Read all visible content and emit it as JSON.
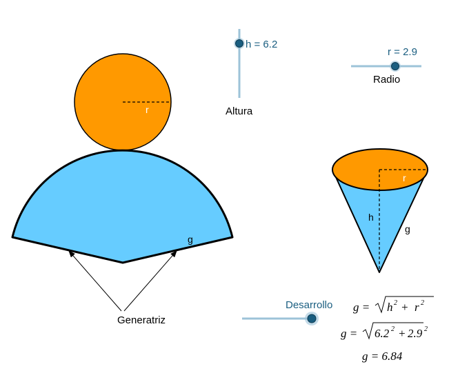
{
  "sliders": {
    "altura": {
      "value_label": "h = 6.2",
      "caption": "Altura",
      "value": 6.2
    },
    "radio": {
      "value_label": "r = 2.9",
      "caption": "Radio",
      "value": 2.9
    },
    "desarrollo": {
      "caption": "Desarrollo"
    }
  },
  "labels": {
    "circle_radius": "r",
    "sector_g": "g",
    "generatriz": "Generatriz",
    "cone_radius": "r",
    "cone_height": "h",
    "cone_slant": "g"
  },
  "formulas": {
    "line1_lhs": "g =",
    "line1_h": "h",
    "line1_plus": "+",
    "line1_r": "r",
    "exp": "2",
    "line2_lhs": "g =",
    "line2_a": "6.2",
    "line2_plus": "+",
    "line2_b": "2.9",
    "line3": "g = 6.84"
  },
  "colors": {
    "orange": "#ff9900",
    "blue": "#66ccff",
    "slider_line": "#9dc3d8",
    "slider_point": "#1a5e80",
    "slider_text": "#1a5e80"
  }
}
